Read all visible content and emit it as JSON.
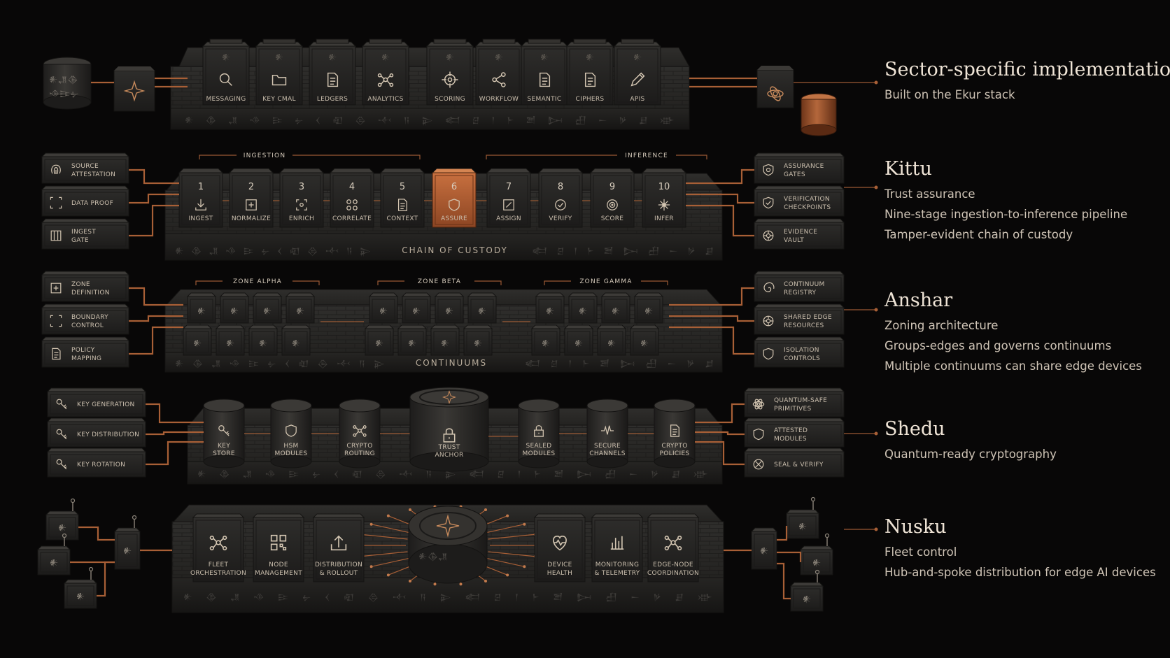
{
  "colors": {
    "background": "#080707",
    "stone": "#2b2a28",
    "copper": "#a85f36",
    "highlight": "#c0643a",
    "text": "#efe4d6"
  },
  "layers": [
    {
      "title": "Sector-specific implementations",
      "lines": [
        "Built on the Ekur stack"
      ]
    },
    {
      "title": "Kittu",
      "lines": [
        "Trust assurance",
        "Nine-stage ingestion-to-inference pipeline",
        "Tamper-evident chain of custody"
      ]
    },
    {
      "title": "Anshar",
      "lines": [
        "Zoning architecture",
        "Groups-edges and governs continuums",
        "Multiple continuums can share edge devices"
      ]
    },
    {
      "title": "Shedu",
      "lines": [
        "Quantum-ready cryptography"
      ]
    },
    {
      "title": "Nusku",
      "lines": [
        "Fleet control",
        "Hub-and-spoke distribution for edge AI devices"
      ]
    }
  ],
  "ekur": {
    "modules": [
      {
        "label": "MESSAGING",
        "icon": "search-icon"
      },
      {
        "label": "KEY CMAL",
        "icon": "folder-icon"
      },
      {
        "label": "LEDGERS",
        "icon": "document-icon"
      },
      {
        "label": "ANALYTICS",
        "icon": "network-icon"
      },
      {
        "label": "SCORING",
        "icon": "crosshair-icon"
      },
      {
        "label": "WORKFLOW",
        "icon": "share-icon"
      },
      {
        "label": "SEMANTIC",
        "icon": "document-icon"
      },
      {
        "label": "CIPHERS",
        "icon": "document-icon"
      },
      {
        "label": "APIS",
        "icon": "pen-icon"
      }
    ]
  },
  "kittu": {
    "group_labels": [
      "INGESTION",
      "INFERENCE"
    ],
    "plinth_title": "CHAIN OF CUSTODY",
    "left_blocks": [
      {
        "lines": [
          "SOURCE",
          "ATTESTATION"
        ],
        "icon": "fingerprint-icon"
      },
      {
        "lines": [
          "DATA PROOF"
        ],
        "icon": "frame-icon"
      },
      {
        "lines": [
          "INGEST",
          "GATE"
        ],
        "icon": "columns-icon"
      }
    ],
    "right_blocks": [
      {
        "lines": [
          "ASSURANCE",
          "GATES"
        ],
        "icon": "shield-gear-icon"
      },
      {
        "lines": [
          "VERIFICATION",
          "CHECKPOINTS"
        ],
        "icon": "shield-check-icon"
      },
      {
        "lines": [
          "EVIDENCE",
          "VAULT"
        ],
        "icon": "vault-icon"
      }
    ],
    "stages": [
      {
        "num": "1",
        "label": "INGEST",
        "icon": "download-icon",
        "highlight": false
      },
      {
        "num": "2",
        "label": "NORMALIZE",
        "icon": "plus-box-icon",
        "highlight": false
      },
      {
        "num": "3",
        "label": "ENRICH",
        "icon": "expand-icon",
        "highlight": false
      },
      {
        "num": "4",
        "label": "CORRELATE",
        "icon": "link-icon",
        "highlight": false
      },
      {
        "num": "5",
        "label": "CONTEXT",
        "icon": "document-icon",
        "highlight": false
      },
      {
        "num": "6",
        "label": "ASSURE",
        "icon": "shield-icon",
        "highlight": true
      },
      {
        "num": "7",
        "label": "ASSIGN",
        "icon": "edit-icon",
        "highlight": false
      },
      {
        "num": "8",
        "label": "VERIFY",
        "icon": "check-badge-icon",
        "highlight": false
      },
      {
        "num": "9",
        "label": "SCORE",
        "icon": "target-icon",
        "highlight": false
      },
      {
        "num": "10",
        "label": "INFER",
        "icon": "spark-icon",
        "highlight": false
      }
    ]
  },
  "anshar": {
    "zones": [
      "ZONE ALPHA",
      "ZONE BETA",
      "ZONE GAMMA"
    ],
    "plinth_title": "CONTINUUMS",
    "left_blocks": [
      {
        "lines": [
          "ZONE",
          "DEFINITION"
        ],
        "icon": "plus-box-icon"
      },
      {
        "lines": [
          "BOUNDARY",
          "CONTROL"
        ],
        "icon": "frame-icon"
      },
      {
        "lines": [
          "POLICY",
          "MAPPING"
        ],
        "icon": "document-icon"
      }
    ],
    "right_blocks": [
      {
        "lines": [
          "CONTINUUM",
          "REGISTRY"
        ],
        "icon": "spiral-icon"
      },
      {
        "lines": [
          "SHARED EDGE",
          "RESOURCES"
        ],
        "icon": "hub-icon"
      },
      {
        "lines": [
          "ISOLATION",
          "CONTROLS"
        ],
        "icon": "shield-icon"
      }
    ]
  },
  "shedu": {
    "left_blocks": [
      {
        "lines": [
          "KEY GENERATION"
        ],
        "icon": "key-icon"
      },
      {
        "lines": [
          "KEY DISTRIBUTION"
        ],
        "icon": "key-icon"
      },
      {
        "lines": [
          "KEY ROTATION"
        ],
        "icon": "key-icon"
      }
    ],
    "right_blocks": [
      {
        "lines": [
          "QUANTUM-SAFE",
          "PRIMITIVES"
        ],
        "icon": "atom-icon"
      },
      {
        "lines": [
          "ATTESTED",
          "MODULES"
        ],
        "icon": "shield-icon"
      },
      {
        "lines": [
          "SEAL & VERIFY"
        ],
        "icon": "seal-icon"
      }
    ],
    "cylinders": [
      {
        "lines": [
          "KEY",
          "STORE"
        ],
        "icon": "key-icon"
      },
      {
        "lines": [
          "HSM",
          "MODULES"
        ],
        "icon": "shield-icon"
      },
      {
        "lines": [
          "CRYPTO",
          "ROUTING"
        ],
        "icon": "network-icon"
      },
      {
        "lines": [
          "TRUST",
          "ANCHOR"
        ],
        "icon": "lock-icon"
      },
      {
        "lines": [
          "SEALED",
          "MODULES"
        ],
        "icon": "lock-icon"
      },
      {
        "lines": [
          "SECURE",
          "CHANNELS"
        ],
        "icon": "pulse-icon"
      },
      {
        "lines": [
          "CRYPTO",
          "POLICIES"
        ],
        "icon": "document-icon"
      }
    ]
  },
  "nusku": {
    "left_panels": [
      {
        "lines": [
          "FLEET",
          "ORCHESTRATION"
        ],
        "icon": "network-icon"
      },
      {
        "lines": [
          "NODE",
          "MANAGEMENT"
        ],
        "icon": "qr-icon"
      },
      {
        "lines": [
          "DISTRIBUTION",
          "& ROLLOUT"
        ],
        "icon": "upload-icon"
      }
    ],
    "right_panels": [
      {
        "lines": [
          "DEVICE",
          "HEALTH"
        ],
        "icon": "heart-pulse-icon"
      },
      {
        "lines": [
          "MONITORING",
          "& TELEMETRY"
        ],
        "icon": "bars-icon"
      },
      {
        "lines": [
          "EDGE-NODE",
          "COORDINATION"
        ],
        "icon": "network-icon"
      }
    ]
  }
}
